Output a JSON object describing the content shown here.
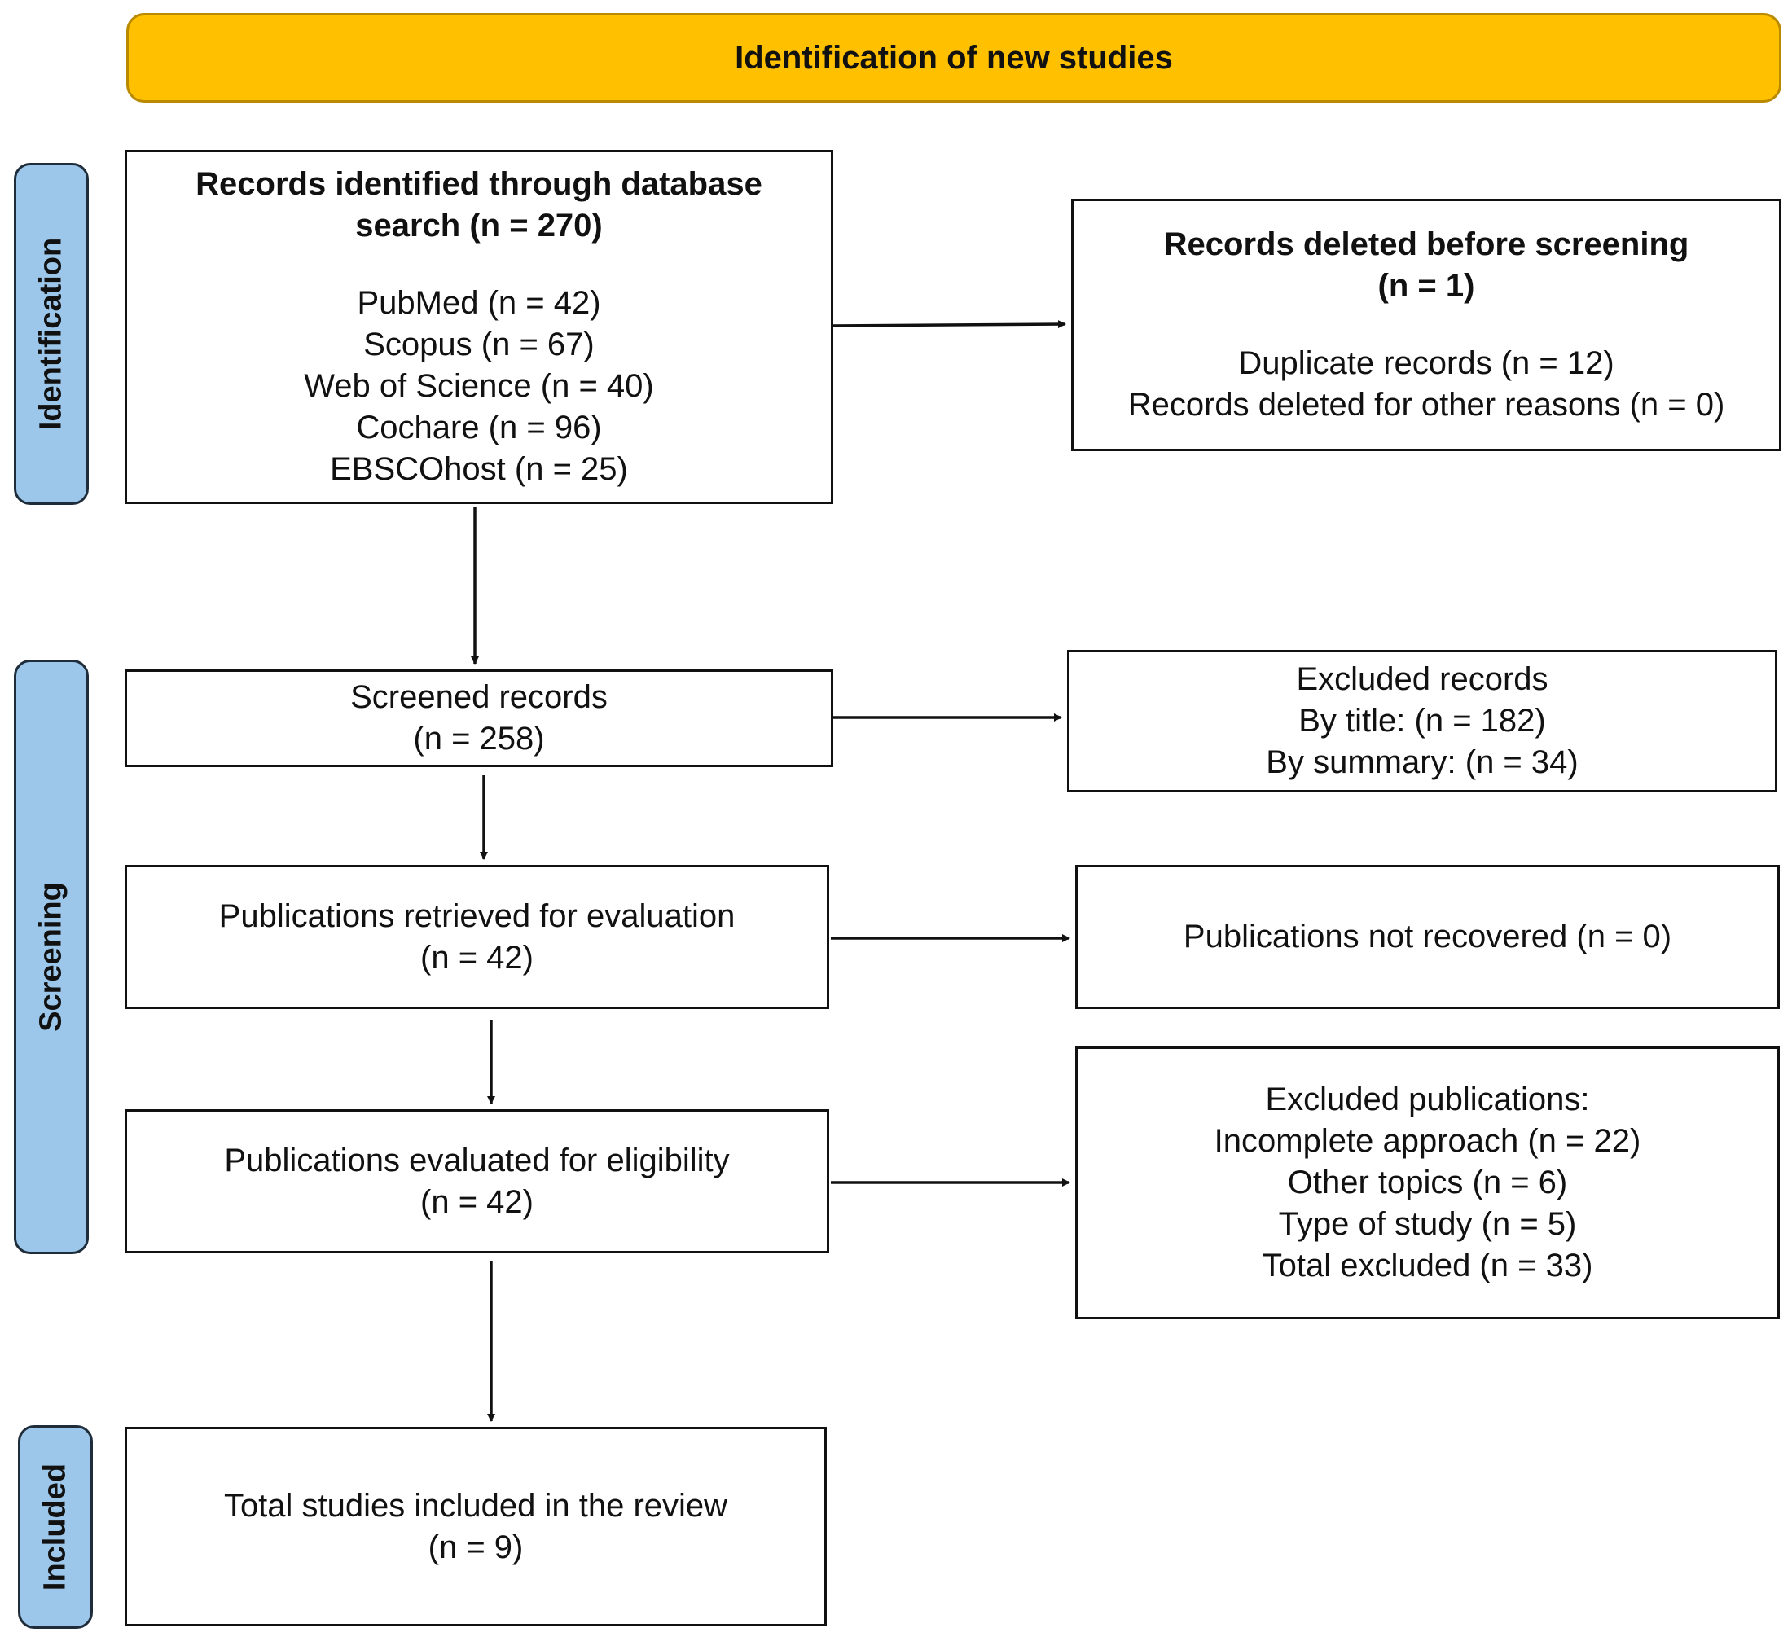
{
  "header": {
    "title": "Identification of new studies"
  },
  "phases": {
    "identification": "Identification",
    "screening": "Screening",
    "included": "Included"
  },
  "boxes": {
    "records_identified": {
      "title_lines": [
        "Records identified through database",
        "search (n = 270)"
      ],
      "lines": [
        "PubMed (n = 42)",
        "Scopus (n = 67)",
        "Web of Science (n = 40)",
        "Cochare (n = 96)",
        "EBSCOhost (n = 25)"
      ]
    },
    "records_deleted": {
      "title_lines": [
        "Records deleted before screening",
        "(n = 1)"
      ],
      "lines": [
        "Duplicate records (n = 12)",
        "Records deleted for other reasons (n = 0)"
      ]
    },
    "screened": {
      "lines": [
        "Screened records",
        "(n = 258)"
      ]
    },
    "excluded_records": {
      "lines": [
        "Excluded records",
        "By title: (n = 182)",
        "By summary: (n = 34)"
      ]
    },
    "retrieved": {
      "lines": [
        "Publications retrieved for evaluation",
        "(n = 42)"
      ]
    },
    "not_recovered": {
      "lines": [
        "Publications not recovered (n = 0)"
      ]
    },
    "eligibility": {
      "lines": [
        "Publications evaluated for eligibility",
        "(n = 42)"
      ]
    },
    "excluded_publications": {
      "lines": [
        "Excluded publications:",
        "Incomplete approach (n = 22)",
        "Other topics (n = 6)",
        "Type of study (n = 5)",
        "Total excluded (n = 33)"
      ]
    },
    "included": {
      "lines": [
        "Total studies included in the review",
        "(n = 9)"
      ]
    }
  }
}
